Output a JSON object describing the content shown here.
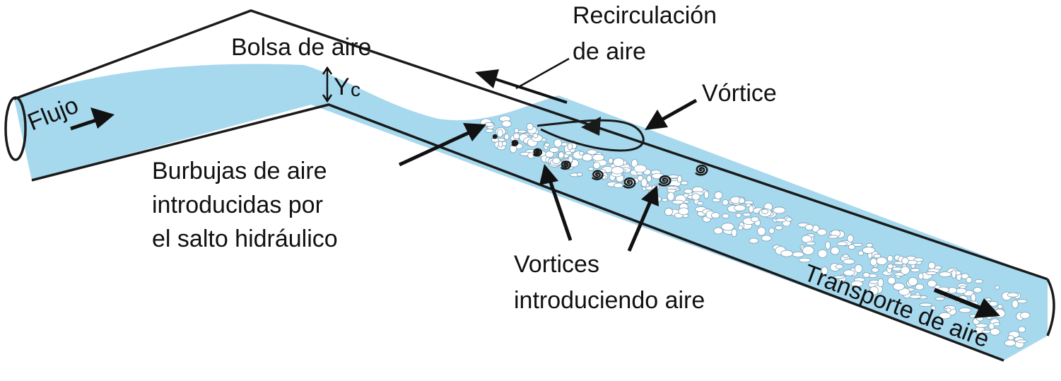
{
  "colors": {
    "water": "#a6d8ee",
    "pipe_wall": "#1a1a1a",
    "bubble_fill": "#ffffff",
    "bubble_stroke": "#7a9fb5",
    "background": "#ffffff"
  },
  "labels": {
    "air_pocket": "Bolsa de aire",
    "critical_depth_y": "Y",
    "critical_depth_sub": "c",
    "flow": "Flujo",
    "recirculation_line1": "Recirculación",
    "recirculation_line2": "de aire",
    "vortex": "Vórtice",
    "bubbles_line1": "Burbujas de aire",
    "bubbles_line2": "introducidas por",
    "bubbles_line3": "el salto hidráulico",
    "vortices_line1": "Vortices",
    "vortices_line2": "introduciendo aire",
    "air_transport": "Transporte de aire"
  },
  "icons": {
    "flow_arrow": "arrow-right-icon",
    "recirculation_arrow": "arrow-left-icon",
    "vortex_spiral": "spiral-icon"
  }
}
